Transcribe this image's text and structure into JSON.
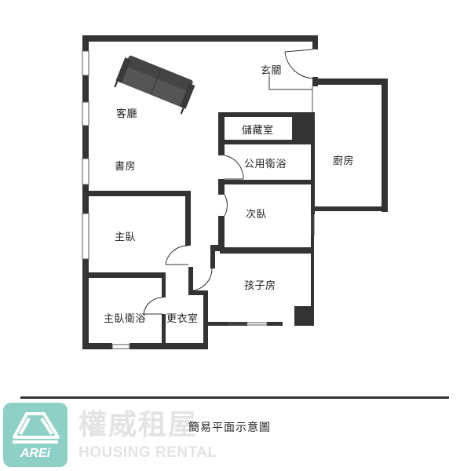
{
  "floorplan": {
    "rooms": {
      "living_room": "客廳",
      "study": "書房",
      "entrance": "玄關",
      "storage": "儲藏室",
      "public_bath": "公用衛浴",
      "kitchen": "廚房",
      "second_bedroom": "次臥",
      "master_bedroom": "主臥",
      "kids_room": "孩子房",
      "master_bath": "主臥衛浴",
      "closet": "更衣室"
    },
    "furniture": [
      "sofa-icon"
    ],
    "colors": {
      "wall": "#333333",
      "window": "#ffffff",
      "background": "#ffffff"
    }
  },
  "caption": "簡易平面示意圖",
  "brand": {
    "logo_text": "AREi",
    "name_cn": "權威租屋",
    "name_en": "HOUSING RENTAL",
    "logo_color": "#8fd0c6"
  }
}
